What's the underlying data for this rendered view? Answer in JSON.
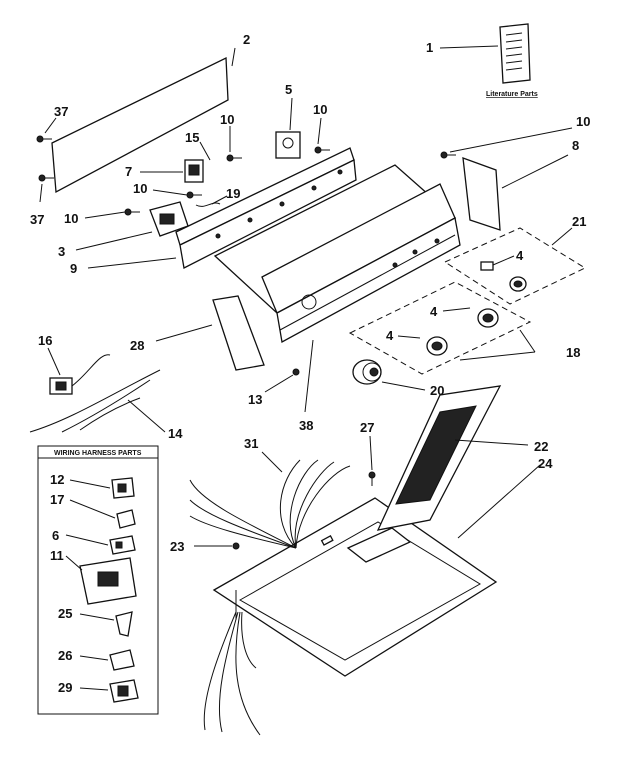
{
  "labels": {
    "c1": "1",
    "c2": "2",
    "c3": "3",
    "c4a": "4",
    "c4b": "4",
    "c4c": "4",
    "c5": "5",
    "c6": "6",
    "c7": "7",
    "c8": "8",
    "c9": "9",
    "c10a": "10",
    "c10b": "10",
    "c10c": "10",
    "c10d": "10",
    "c10e": "10",
    "c11": "11",
    "c12": "12",
    "c13": "13",
    "c14": "14",
    "c15": "15",
    "c16": "16",
    "c17": "17",
    "c18": "18",
    "c19": "19",
    "c20": "20",
    "c21": "21",
    "c22": "22",
    "c23": "23",
    "c24": "24",
    "c25": "25",
    "c26": "26",
    "c27": "27",
    "c28": "28",
    "c29": "29",
    "c31": "31",
    "c37a": "37",
    "c37b": "37",
    "c38": "38"
  },
  "literature_parts": "Literature Parts",
  "wiring_harness_parts": "WIRING HARNESS PARTS"
}
